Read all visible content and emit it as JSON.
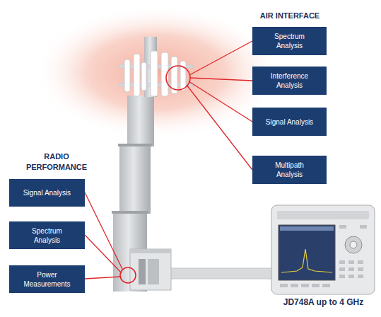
{
  "diagram": {
    "nodes": [
      {
        "text": [
          "Spectrum Analysis"
        ]
      },
      {
        "text": [
          "Interference Analysis"
        ]
      },
      {
        "text": [
          "Signal Analysis"
        ]
      },
      {
        "text": [
          "Multipath Analysis"
        ]
      },
      {
        "text": [
          "Signal Analysis"
        ]
      },
      {
        "text": [
          "Spectrum Analysis"
        ]
      },
      {
        "text": [
          "Power Measurements"
        ]
      }
    ],
    "labels": [
      "AIR INTERFACE",
      "RADIO PERFORMANCE",
      "JD748A up to 4 GHz"
    ]
  }
}
